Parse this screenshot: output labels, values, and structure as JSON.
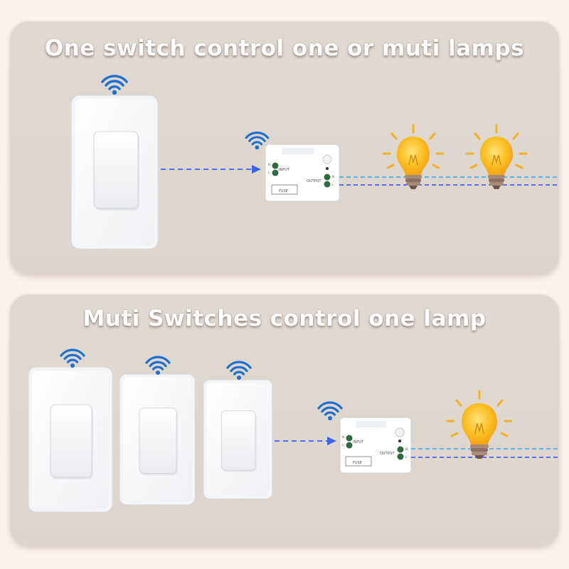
{
  "scene_top": {
    "title": "One switch control one or muti lamps"
  },
  "scene_bottom": {
    "title": "Muti Switches control one lamp"
  },
  "receiver": {
    "input_label": "INPUT",
    "output_label": "OUTPUT",
    "fuse_label": "FUSE",
    "terminal_in_n": "N",
    "terminal_in_l": "L",
    "terminal_out_n": "N",
    "terminal_out_l": "L"
  },
  "colors": {
    "panel": "#ded6ce",
    "background": "#fbf3ee",
    "signal_dash": "#4f6ee8",
    "wire_blue": "#5b6df0",
    "wire_cyan": "#5cb6ea",
    "wifi": "#1e6fd0",
    "bulb_glass": "#f8b81c",
    "bulb_base": "#8c7060",
    "rays": "#f5b126"
  },
  "icons": [
    "wifi-icon",
    "light-bulb-icon",
    "wall-switch",
    "receiver-module"
  ]
}
